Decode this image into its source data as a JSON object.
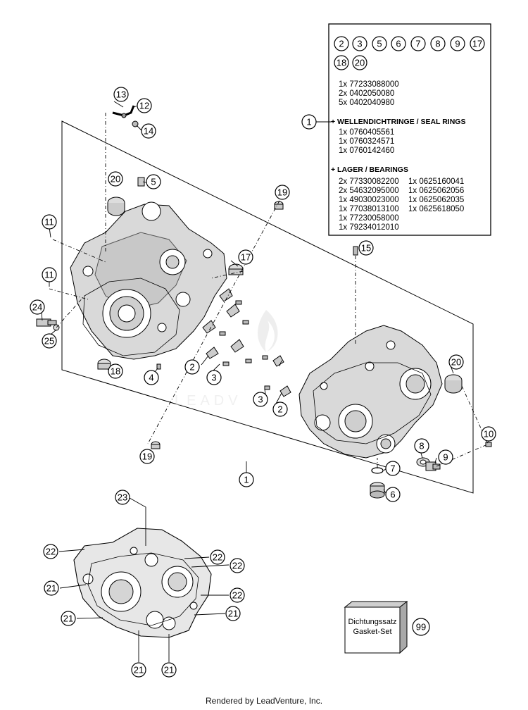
{
  "legend": {
    "circles_row1": [
      "2",
      "3",
      "5",
      "6",
      "7",
      "8",
      "9",
      "17"
    ],
    "circles_row2": [
      "18",
      "20"
    ],
    "hardware_lines": [
      "1x 77233088000",
      "2x 0402050080",
      "5x 0402040980"
    ],
    "ref_number": "1",
    "seal_heading": "+ WELLENDICHTRINGE / SEAL RINGS",
    "seal_lines": [
      "1x 0760405561",
      "1x 0760324571",
      "1x 0760142460"
    ],
    "bearing_heading": "+ LAGER / BEARINGS",
    "bearing_left": [
      "2x 77330082200",
      "2x 54632095000",
      "1x 49030023000",
      "1x 77038013100",
      "1x 77230058000",
      "1x 79234012010"
    ],
    "bearing_right": [
      "1x 0625160041",
      "1x 0625062056",
      "1x 0625062035",
      "1x 0625618050"
    ]
  },
  "callouts": {
    "c13": "13",
    "c12": "12",
    "c14": "14",
    "c20_left": "20",
    "c5": "5",
    "c19_top": "19",
    "c11_a": "11",
    "c17": "17",
    "c15": "15",
    "c11_b": "11",
    "c24": "24",
    "c25": "25",
    "c18": "18",
    "c4": "4",
    "c2_left": "2",
    "c3_left": "3",
    "c3_right": "3",
    "c2_right": "2",
    "c20_right": "20",
    "c10": "10",
    "c8": "8",
    "c9": "9",
    "c7": "7",
    "c6": "6",
    "c19_bottom": "19",
    "c1_bottom": "1",
    "c23": "23",
    "c22_a": "22",
    "c22_b": "22",
    "c22_c": "22",
    "c22_d": "22",
    "c21_a": "21",
    "c21_b": "21",
    "c21_c": "21",
    "c21_d": "21",
    "c21_e": "21",
    "c99": "99"
  },
  "gasket_box": {
    "line1": "Dichtungssatz",
    "line2": "Gasket-Set"
  },
  "watermark": "LEADV",
  "footer": "Rendered by LeadVenture, Inc."
}
